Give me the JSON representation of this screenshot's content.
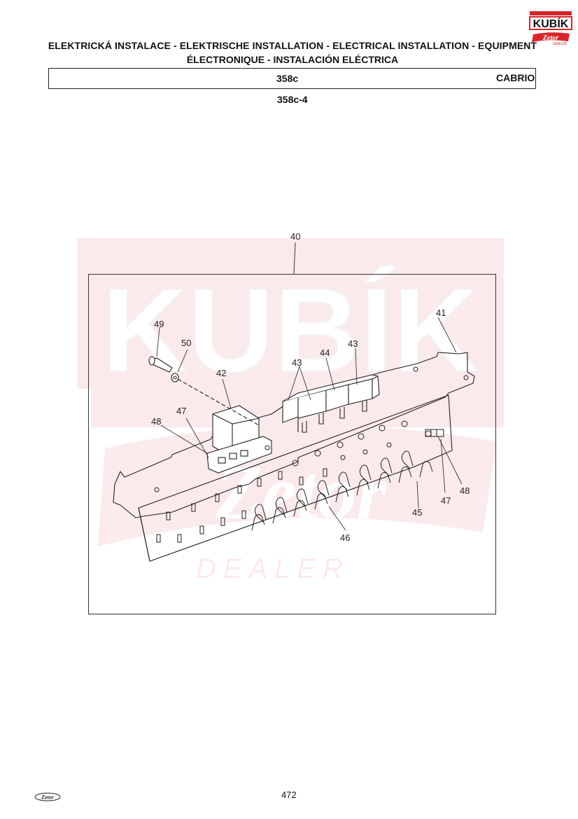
{
  "header": {
    "title_line1": "ELEKTRICKÁ INSTALACE - ELEKTRISCHE INSTALLATION - ELECTRICAL INSTALLATION - EQUIPMENT",
    "title_line2": "ÉLECTRONIQUE - INSTALACIÓN ELÉCTRICA",
    "model": "358c",
    "variant": "CABRIO",
    "section": "358c-4"
  },
  "logo": {
    "brand": "KUBÍK",
    "sub": "Zetor",
    "tag": "DEALER",
    "color": "#d7262b"
  },
  "watermark": {
    "brand": "KUBÍK",
    "sub": "Zetor",
    "tag": "DEALER"
  },
  "diagram": {
    "callouts": {
      "c40": "40",
      "c41": "41",
      "c42": "42",
      "c43a": "43",
      "c43b": "43",
      "c44": "44",
      "c45": "45",
      "c46": "46",
      "c47a": "47",
      "c47b": "47",
      "c48a": "48",
      "c48b": "48",
      "c49": "49",
      "c50": "50"
    }
  },
  "footer": {
    "page_number": "472",
    "logo": "Zetor"
  }
}
